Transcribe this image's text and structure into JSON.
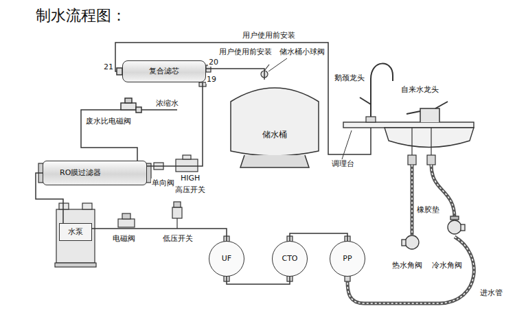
{
  "diagram": {
    "title": "制水流程图：",
    "nodes": [
      {
        "text": [
          "复合滤芯"
        ]
      },
      {
        "text": [
          "储水桶"
        ]
      },
      {
        "text": [
          "RO膜过滤器"
        ]
      },
      {
        "text": [
          "水泵"
        ]
      },
      {
        "text": [
          "UF"
        ]
      },
      {
        "text": [
          "CTO"
        ]
      },
      {
        "text": [
          "PP"
        ]
      }
    ],
    "edges": [
      {
        "from": 6,
        "to": 5,
        "arrow": "none"
      },
      {
        "from": 5,
        "to": 4,
        "arrow": "none"
      },
      {
        "from": 4,
        "to": 3,
        "arrow": "none"
      },
      {
        "from": 3,
        "to": 2,
        "arrow": "none"
      },
      {
        "from": 2,
        "to": 0,
        "arrow": "none"
      },
      {
        "from": 1,
        "to": 0,
        "arrow": "none"
      }
    ],
    "labels": [
      "用户使用前安装",
      "用户使用前安装",
      "储水桶小球阀",
      "21",
      "20",
      "19",
      "鹅颈龙头",
      "自来水龙头",
      "浓缩水",
      "废水比电磁阀",
      "调理台",
      "单向阀",
      "HIGH",
      "高压开关",
      "电磁阀",
      "低压开关",
      "热水角阀",
      "冷水角阀",
      "橡胶垫",
      "进水管"
    ]
  }
}
